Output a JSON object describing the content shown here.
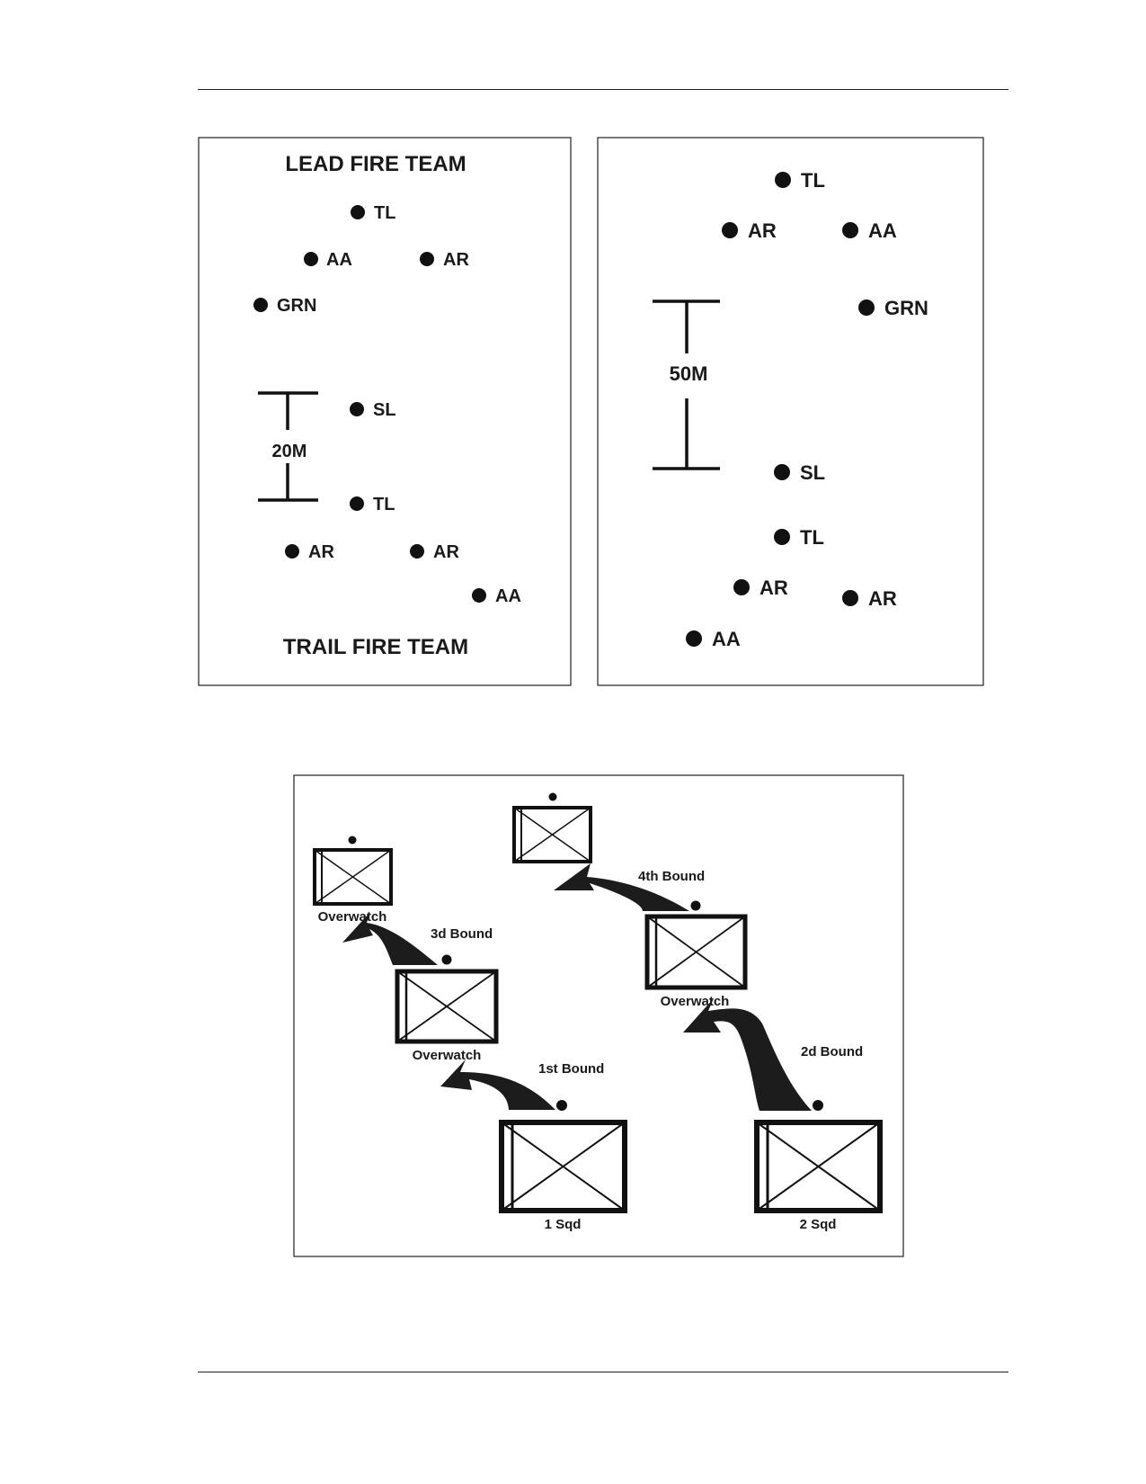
{
  "left_panel": {
    "title_top": "LEAD FIRE TEAM",
    "title_bottom": "TRAIL FIRE TEAM",
    "distance": "20M",
    "members": [
      {
        "id": "lead-tl",
        "label": "TL"
      },
      {
        "id": "lead-aa",
        "label": "AA"
      },
      {
        "id": "lead-ar",
        "label": "AR"
      },
      {
        "id": "lead-grn",
        "label": "GRN"
      },
      {
        "id": "sl",
        "label": "SL"
      },
      {
        "id": "trail-tl",
        "label": "TL"
      },
      {
        "id": "trail-ar-1",
        "label": "AR"
      },
      {
        "id": "trail-ar-2",
        "label": "AR"
      },
      {
        "id": "trail-aa",
        "label": "AA"
      }
    ]
  },
  "right_panel": {
    "distance": "50M",
    "members": [
      {
        "id": "lead-tl",
        "label": "TL"
      },
      {
        "id": "lead-ar",
        "label": "AR"
      },
      {
        "id": "lead-aa",
        "label": "AA"
      },
      {
        "id": "lead-grn",
        "label": "GRN"
      },
      {
        "id": "sl",
        "label": "SL"
      },
      {
        "id": "trail-tl",
        "label": "TL"
      },
      {
        "id": "trail-ar-1",
        "label": "AR"
      },
      {
        "id": "trail-ar-2",
        "label": "AR"
      },
      {
        "id": "trail-aa",
        "label": "AA"
      }
    ]
  },
  "bounding": {
    "units": [
      {
        "id": "1-sqd-start",
        "label": "1 Sqd"
      },
      {
        "id": "2-sqd-start",
        "label": "2 Sqd"
      },
      {
        "id": "1-sqd-overwatch",
        "label": "Overwatch"
      },
      {
        "id": "2-sqd-overwatch",
        "label": "Overwatch"
      },
      {
        "id": "1-sqd-final",
        "label": "Overwatch"
      },
      {
        "id": "2-sqd-final",
        "label": ""
      }
    ],
    "bounds": [
      {
        "id": "1st",
        "label": "1st Bound"
      },
      {
        "id": "2d",
        "label": "2d Bound"
      },
      {
        "id": "3d",
        "label": "3d Bound"
      },
      {
        "id": "4th",
        "label": "4th Bound"
      }
    ]
  }
}
